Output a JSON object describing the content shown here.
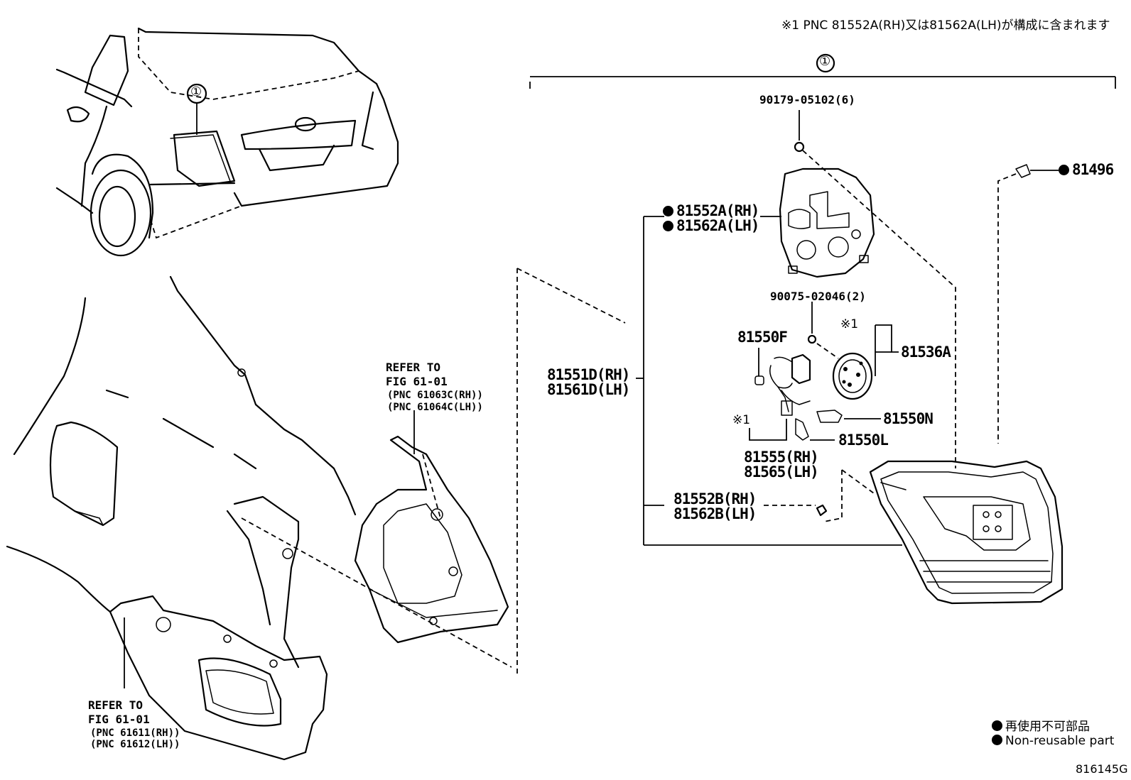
{
  "note_top": "※1 PNC 81552A(RH)又は81562A(LH)が構成に含まれます",
  "assembly_marker": "①",
  "callout_marker": "①",
  "parts": {
    "p1": "90179-05102(6)",
    "p2": "81496",
    "p3a": "81552A(RH)",
    "p3b": "81562A(LH)",
    "p4": "90075-02046(2)",
    "p5_mark": "※1",
    "p5": "81536A",
    "p6": "81550F",
    "p7a": "81551D(RH)",
    "p7b": "81561D(LH)",
    "p8": "81550N",
    "p9_mark": "※1",
    "p10": "81550L",
    "p11a": "81555(RH)",
    "p11b": "81565(LH)",
    "p12a": "81552B(RH)",
    "p12b": "81562B(LH)"
  },
  "refer_upper": {
    "line1": "REFER TO",
    "line2": "FIG 61-01",
    "line3": "(PNC 61063C(RH))",
    "line4": "(PNC 61064C(LH))"
  },
  "refer_lower": {
    "line1": "REFER TO",
    "line2": "FIG 61-01",
    "line3": "(PNC 61611(RH))",
    "line4": "(PNC 61612(LH))"
  },
  "legend": {
    "jp": "再使用不可部品",
    "en": "Non-reusable part"
  },
  "figure_code": "816145G"
}
